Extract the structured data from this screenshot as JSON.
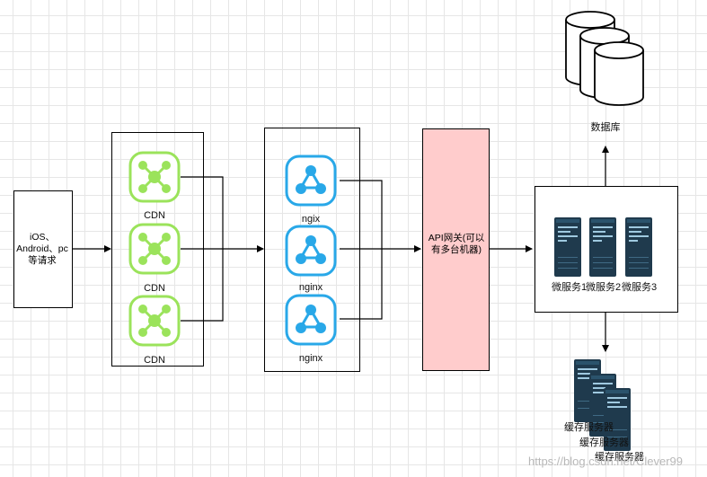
{
  "client": {
    "label": "iOS、Android、pc等请求"
  },
  "cdn": {
    "labels": [
      "CDN",
      "CDN",
      "CDN"
    ]
  },
  "nginx": {
    "labels": [
      "ngix",
      "nginx",
      "nginx"
    ]
  },
  "gateway": {
    "label": "API网关(可以有多台机器)",
    "color": "#ffcccc"
  },
  "microservices": {
    "labels": [
      "微服务1",
      "微服务2",
      "微服务3"
    ]
  },
  "database": {
    "label": "数据库"
  },
  "cache": {
    "labels": [
      "缓存服务器",
      "缓存服务器",
      "缓存服务器"
    ]
  },
  "watermark": {
    "text": "https://blog.csdn.net/Clever99"
  },
  "colors": {
    "cdn_icon": "#9be35b",
    "nginx_icon": "#29a8e8",
    "server_dark": "#1f3a4d",
    "gateway_fill": "#ffcccc"
  },
  "icons": {
    "cdn": "network-node-icon",
    "nginx": "share-node-icon",
    "server": "server-rack-icon",
    "database": "cylinder-database-icon"
  }
}
